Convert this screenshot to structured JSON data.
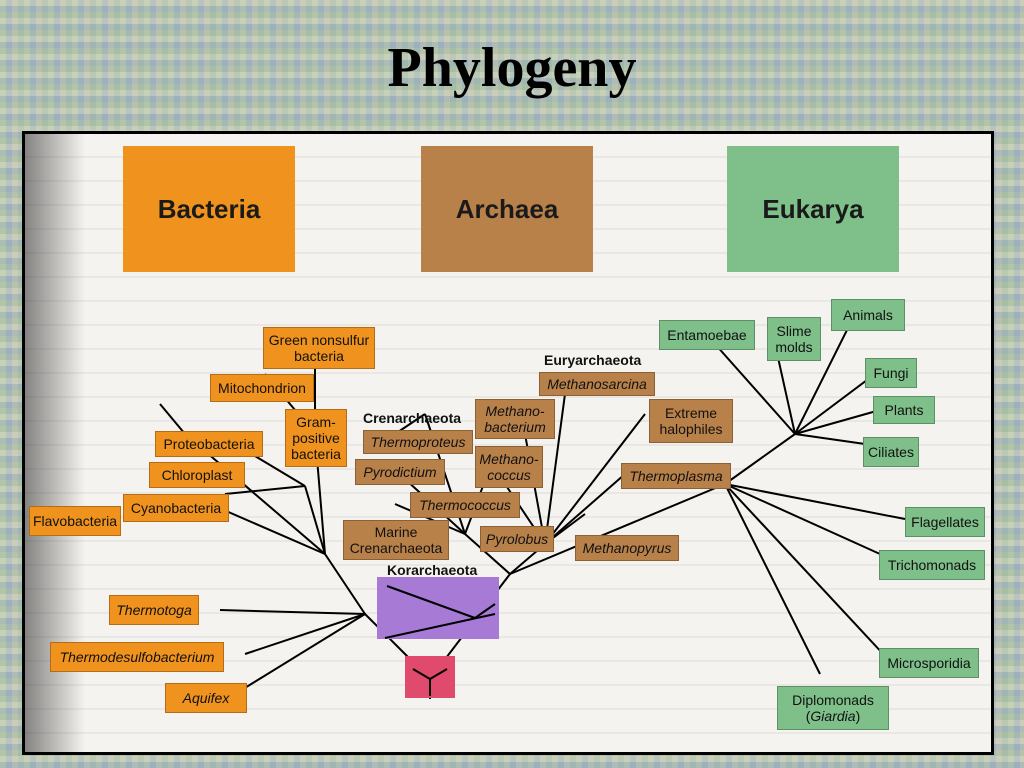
{
  "slide": {
    "title": "Phylogeny"
  },
  "domains": {
    "bacteria": "Bacteria",
    "archaea": "Archaea",
    "eukarya": "Eukarya"
  },
  "colors": {
    "bacteria": "#f0921e",
    "archaea": "#b9814a",
    "eukarya": "#7fbf89",
    "korarchaeota": "#a77ad6",
    "root": "#e04a6c"
  },
  "bacteria": {
    "green_nonsulfur": "Green nonsulfur bacteria",
    "mitochondrion": "Mitochondrion",
    "gram_positive": "Gram-positive bacteria",
    "proteobacteria": "Proteobacteria",
    "chloroplast": "Chloroplast",
    "cyanobacteria": "Cyanobacteria",
    "flavobacteria": "Flavobacteria",
    "thermotoga": "Thermotoga",
    "thermodesulfobacterium": "Thermodesulfobacterium",
    "aquifex": "Aquifex"
  },
  "archaea": {
    "euryarchaeota": "Euryarchaeota",
    "methanosarcina": "Methanosarcina",
    "crenarchaeota": "Crenarchaeota",
    "thermoproteus": "Thermoproteus",
    "methanobacterium": "Methano-bacterium",
    "extreme_halophiles": "Extreme halophiles",
    "pyrodictium": "Pyrodictium",
    "methanococcus": "Methano-coccus",
    "thermoplasma": "Thermoplasma",
    "thermococcus": "Thermococcus",
    "marine_crenarchaeota": "Marine Crenarchaeota",
    "pyrolobus": "Pyrolobus",
    "methanopyrus": "Methanopyrus",
    "korarchaeota": "Korarchaeota"
  },
  "eukarya": {
    "entamoebae": "Entamoebae",
    "slime_molds": "Slime molds",
    "animals": "Animals",
    "fungi": "Fungi",
    "plants": "Plants",
    "ciliates": "Ciliates",
    "flagellates": "Flagellates",
    "trichomonads": "Trichomonads",
    "microsporidia": "Microsporidia",
    "diplomonads": "Diplomonads",
    "giardia": "Giardia"
  }
}
